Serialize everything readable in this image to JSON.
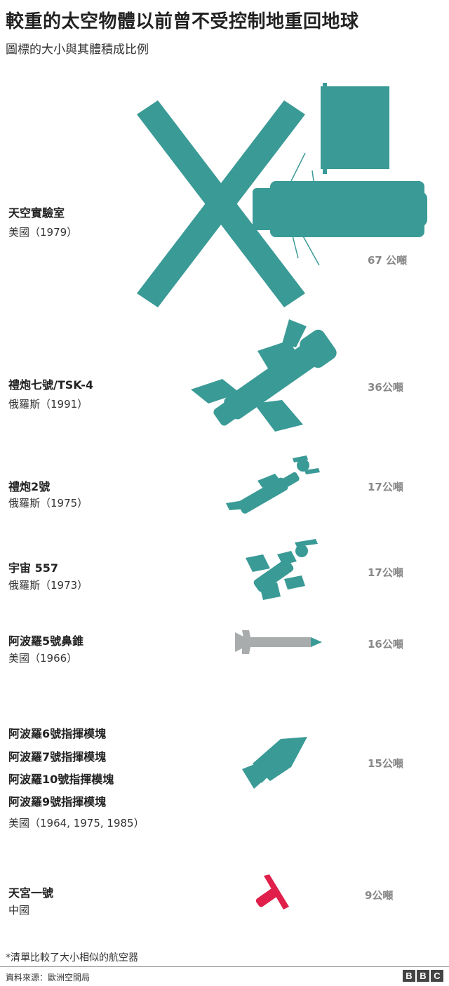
{
  "chart_data": {
    "type": "table",
    "title": "較重的太空物體以前曾不受控制地重回地球",
    "subtitle": "圖標的大小與其體積成比例",
    "rows": [
      {
        "names": [
          "天空實驗室"
        ],
        "origin": "美國（1979）",
        "mass_label": "67 公噸",
        "mass": 67,
        "color": "#3a9a96"
      },
      {
        "names": [
          "禮炮七號/TSK-4"
        ],
        "origin": "俄羅斯（1991）",
        "mass_label": "36公噸",
        "mass": 36,
        "color": "#3a9a96"
      },
      {
        "names": [
          "禮炮2號"
        ],
        "origin": "俄羅斯（1975）",
        "mass_label": "17公噸",
        "mass": 17,
        "color": "#3a9a96"
      },
      {
        "names": [
          "宇宙 557"
        ],
        "origin": "俄羅斯（1973）",
        "mass_label": "17公噸",
        "mass": 17,
        "color": "#3a9a96"
      },
      {
        "names": [
          "阿波羅5號鼻錐"
        ],
        "origin": "美國（1966）",
        "mass_label": "16公噸",
        "mass": 16,
        "color": "#a9acac"
      },
      {
        "names": [
          "阿波羅6號指揮模塊",
          "阿波羅7號指揮模塊",
          "阿波羅10號指揮模塊",
          "阿波羅9號指揮模塊"
        ],
        "origin": "美國（1964, 1975, 1985）",
        "mass_label": "15公噸",
        "mass": 15,
        "color": "#3a9a96"
      },
      {
        "names": [
          "天宮一號"
        ],
        "origin": "中國",
        "mass_label": "9公噸",
        "mass": 9,
        "color": "#e0204a"
      }
    ]
  },
  "footnote": "*清單比較了大小相似的航空器",
  "source": "資料來源：歐洲空間局",
  "brand": [
    "B",
    "B",
    "C"
  ]
}
